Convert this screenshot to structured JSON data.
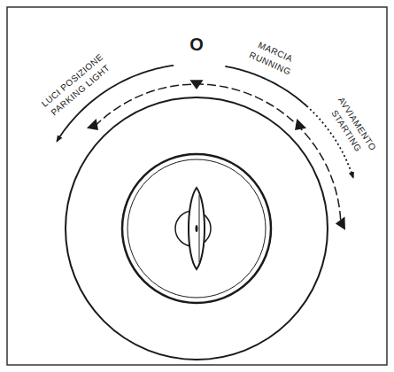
{
  "diagram": {
    "labels": [
      "LUCI POSIZIONE",
      "PARKING LIGHT",
      "O",
      "MARCIA",
      "RUNNING",
      "AVVIAMENTO",
      "STARTING"
    ]
  }
}
